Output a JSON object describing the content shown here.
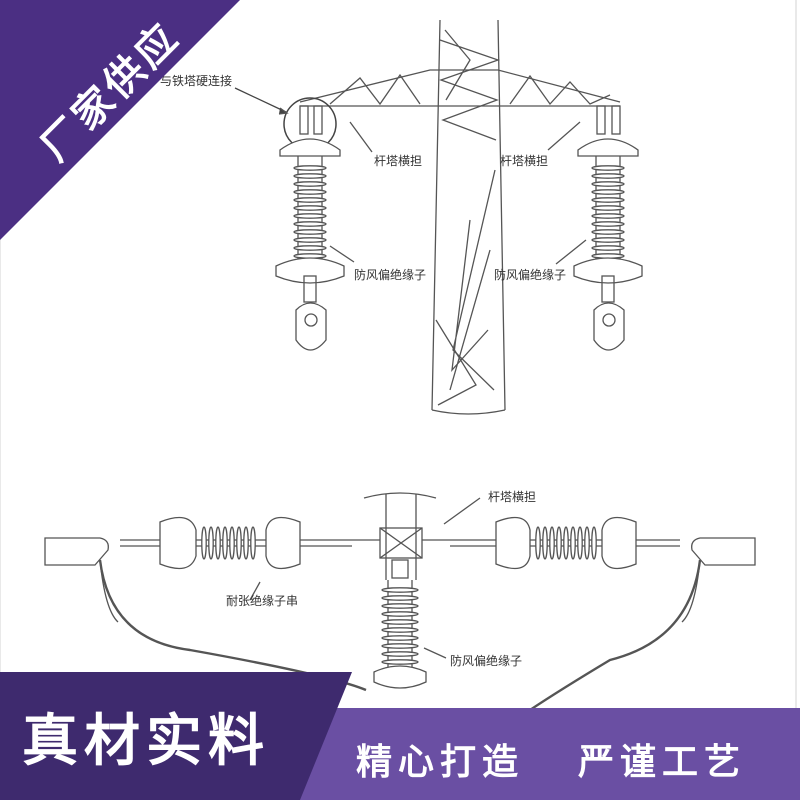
{
  "banner": {
    "text": "厂家供应",
    "color": "#4b2f83"
  },
  "top_diagram": {
    "label_connect": "与铁塔硬连接",
    "label_crossarm_left": "杆塔横担",
    "label_crossarm_right": "杆塔横担",
    "label_insulator_left": "防风偏绝缘子",
    "label_insulator_right": "防风偏绝缘子"
  },
  "bottom_diagram": {
    "label_crossarm": "杆塔横担",
    "label_tension": "耐张绝缘子串",
    "label_insulator": "防风偏绝缘子"
  },
  "footer": {
    "title": "真材实料",
    "slogan_1": "精心打造",
    "slogan_2": "严谨工艺",
    "bg_dark": "#3e2a6e",
    "bg_light": "#6a4fa3"
  }
}
